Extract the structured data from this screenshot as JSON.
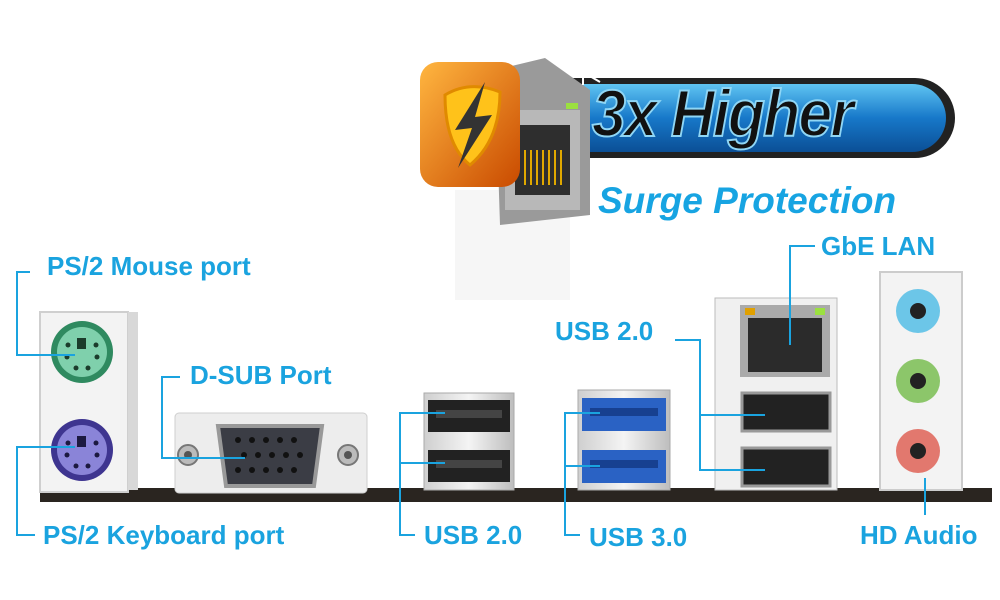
{
  "banner": {
    "headline": "3x Higher",
    "subheadline": "Surge Protection"
  },
  "labels": {
    "ps2_mouse": "PS/2 Mouse port",
    "ps2_keyboard": "PS/2 Keyboard port",
    "dsub": "D-SUB Port",
    "usb20_left": "USB 2.0",
    "usb30": "USB 3.0",
    "usb20_right": "USB 2.0",
    "gbe_lan": "GbE LAN",
    "hd_audio": "HD Audio"
  },
  "colors": {
    "label": "#1aa3df",
    "ps2_mouse": "#3fae7f",
    "ps2_keyboard": "#5a52b8",
    "usb3": "#2a62c4",
    "audio_line_in": "#6cc6e8",
    "audio_line_out": "#8cc66a",
    "audio_mic": "#e2786e"
  }
}
